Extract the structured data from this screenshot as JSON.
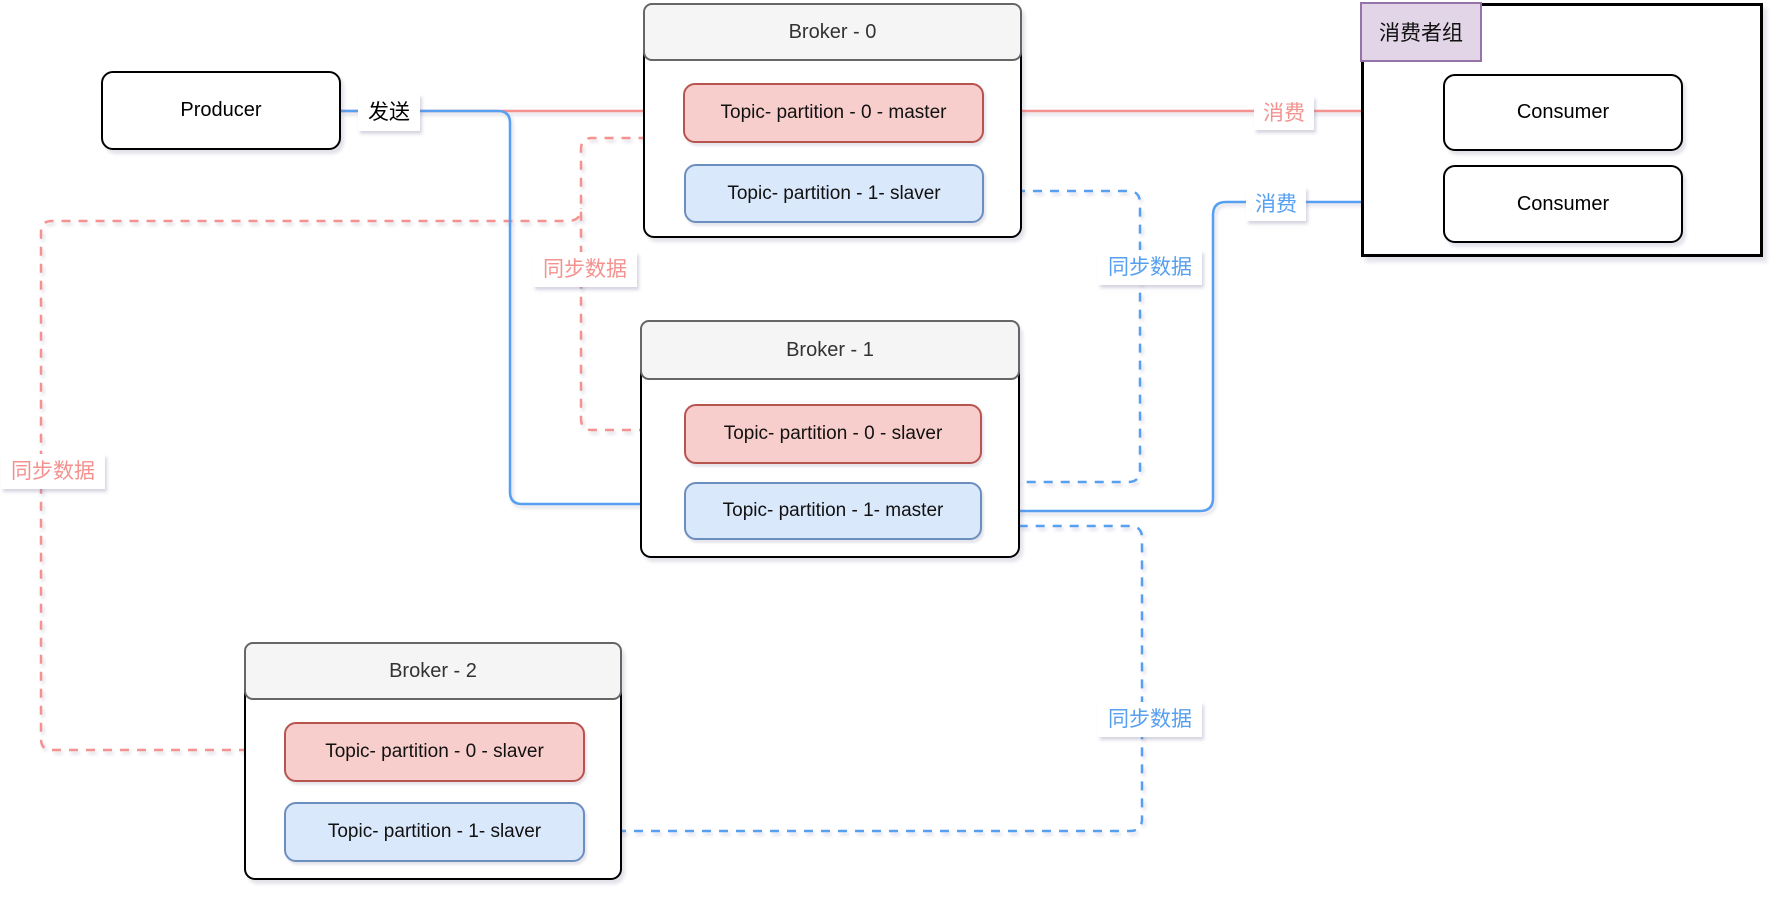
{
  "colors": {
    "pink_line": "#F4928F",
    "blue_line": "#57A0F1",
    "red_fill": "#F8CECC",
    "red_stroke": "#B85450",
    "blue_fill": "#DAE8FC",
    "blue_stroke": "#6C8EBF",
    "header_fill": "#F5F5F5",
    "header_stroke": "#666666",
    "purple_fill": "#E1D5E7",
    "purple_stroke": "#9673A6"
  },
  "nodes": {
    "producer": {
      "label": "Producer"
    },
    "brokers": [
      {
        "title": "Broker - 0",
        "partitions": [
          {
            "label": "Topic- partition - 0 - master",
            "role": "master",
            "color": "red"
          },
          {
            "label": "Topic- partition - 1- slaver",
            "role": "slaver",
            "color": "blue"
          }
        ]
      },
      {
        "title": "Broker - 1",
        "partitions": [
          {
            "label": "Topic- partition - 0 - slaver",
            "role": "slaver",
            "color": "red"
          },
          {
            "label": "Topic- partition - 1- master",
            "role": "master",
            "color": "blue"
          }
        ]
      },
      {
        "title": "Broker - 2",
        "partitions": [
          {
            "label": "Topic- partition - 0 - slaver",
            "role": "slaver",
            "color": "red"
          },
          {
            "label": "Topic- partition - 1- slaver",
            "role": "slaver",
            "color": "blue"
          }
        ]
      }
    ],
    "consumer_group": {
      "title": "消费者组",
      "consumers": [
        {
          "label": "Consumer"
        },
        {
          "label": "Consumer"
        }
      ]
    }
  },
  "edge_labels": {
    "send": "发送",
    "consume_top": "消费",
    "consume_bottom": "消费",
    "sync_pink_mid": "同步数据",
    "sync_pink_left": "同步数据",
    "sync_blue_top": "同步数据",
    "sync_blue_bottom": "同步数据"
  }
}
